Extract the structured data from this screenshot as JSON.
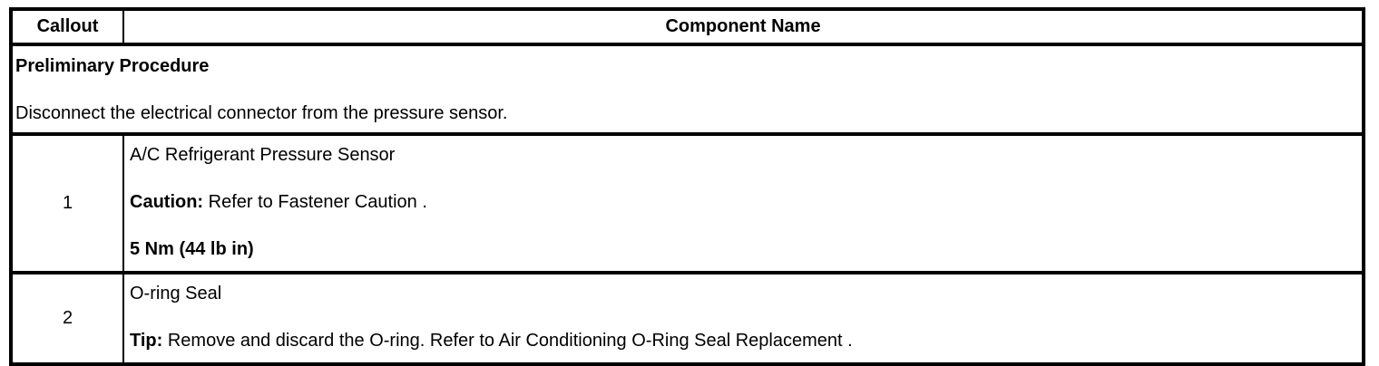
{
  "table": {
    "header": {
      "callout": "Callout",
      "component": "Component Name"
    },
    "preliminary": {
      "title": "Preliminary Procedure",
      "instruction": "Disconnect the electrical connector from the pressure sensor."
    },
    "rows": [
      {
        "callout": "1",
        "component": "A/C Refrigerant Pressure Sensor",
        "note_label": "Caution:",
        "note_text": " Refer to Fastener Caution .",
        "torque": "5 Nm (44 lb in)"
      },
      {
        "callout": "2",
        "component": "O-ring Seal",
        "note_label": "Tip:",
        "note_text": " Remove and discard the O-ring. Refer to Air Conditioning O-Ring Seal Replacement ."
      }
    ],
    "colors": {
      "border": "#000000",
      "text": "#000000",
      "background": "#ffffff"
    }
  }
}
